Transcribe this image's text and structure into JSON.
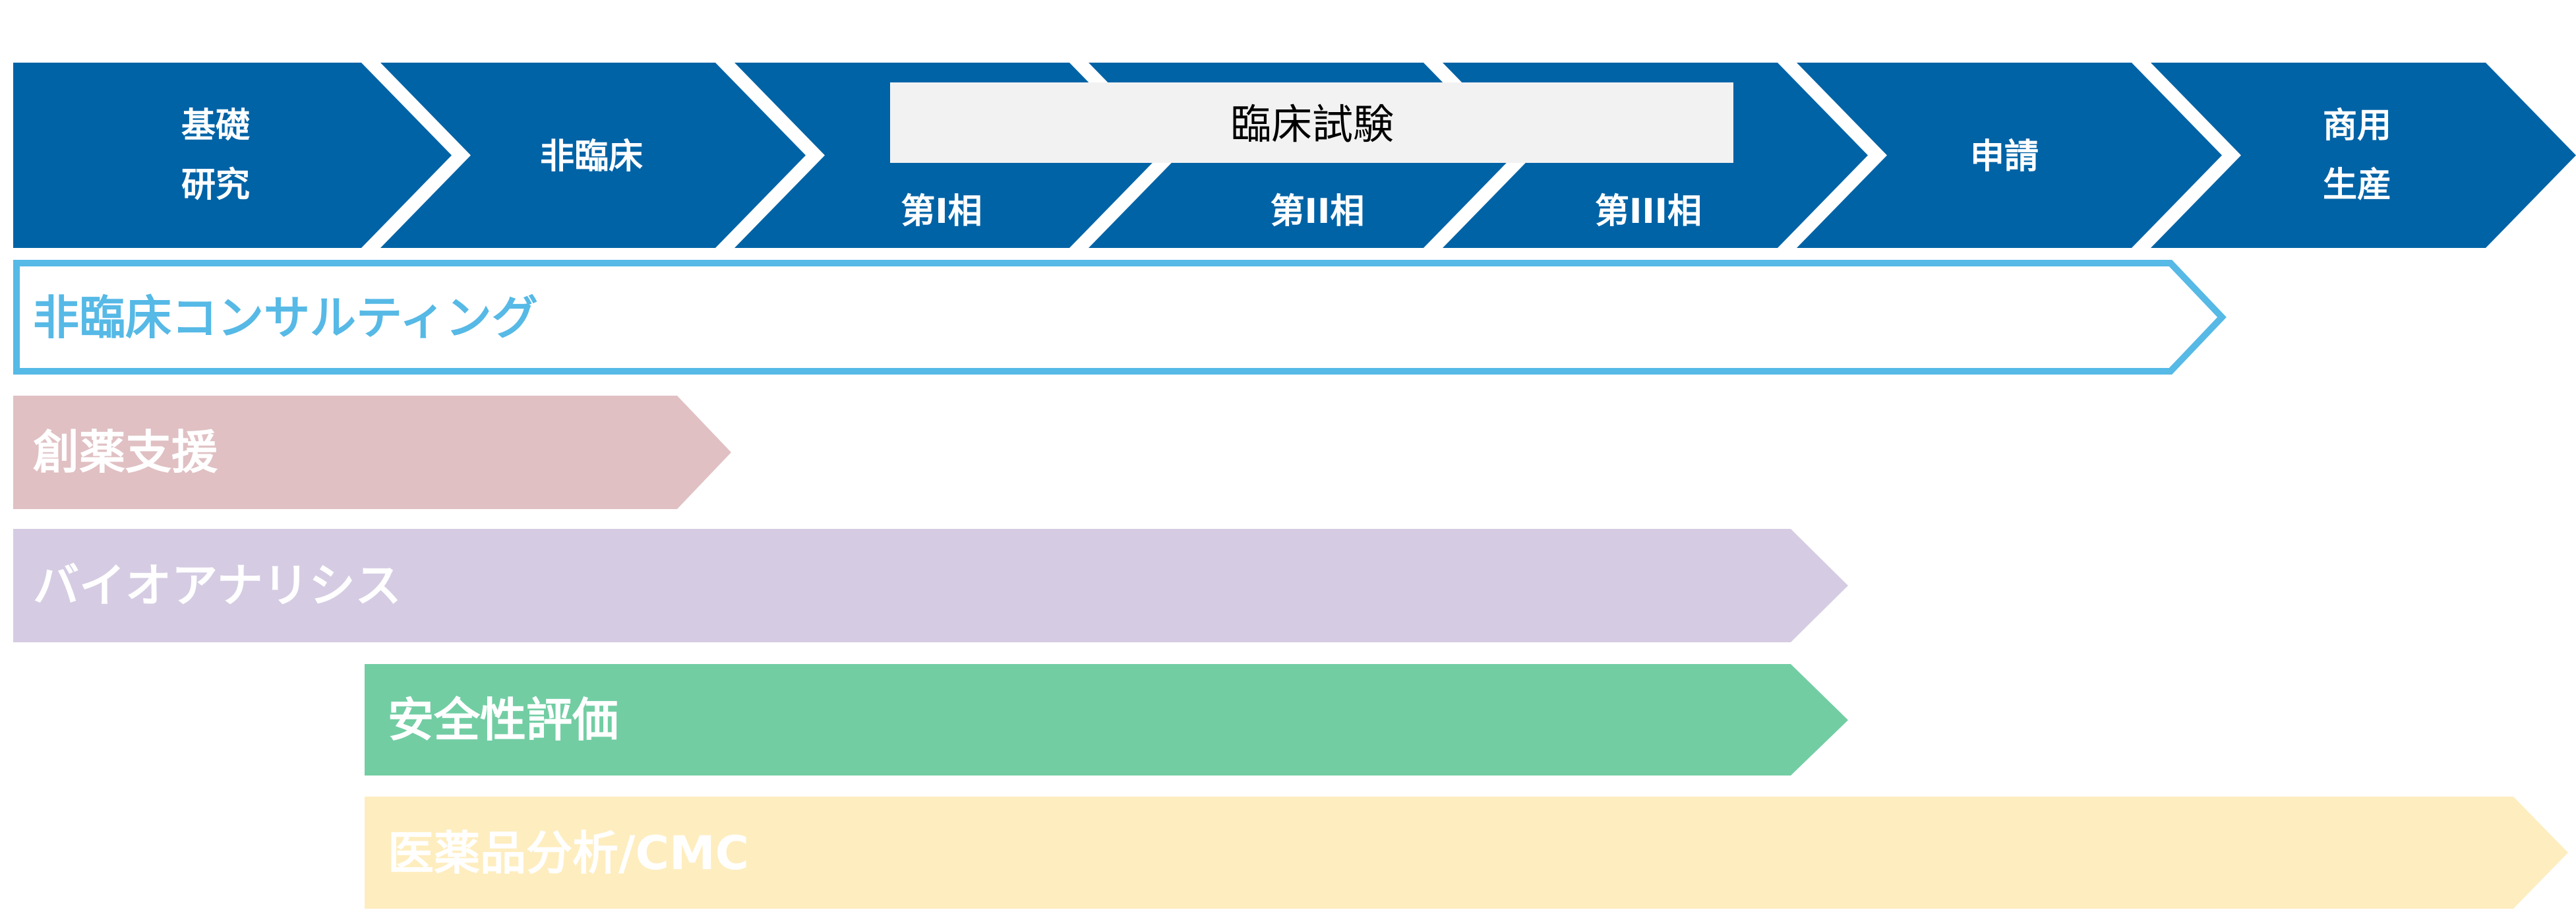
{
  "stages": [
    {
      "lines": [
        "基礎",
        "研究"
      ]
    },
    {
      "lines": [
        "非臨床"
      ]
    },
    {
      "lines": [
        "第I相"
      ]
    },
    {
      "lines": [
        "第II相"
      ]
    },
    {
      "lines": [
        "第III相"
      ]
    },
    {
      "lines": [
        "申請"
      ]
    },
    {
      "lines": [
        "商用",
        "生産"
      ]
    }
  ],
  "clinical_trial_label": "臨床試験",
  "services": [
    {
      "label": "非臨床コンサルティング",
      "color": "#56b9e6",
      "style": "outline"
    },
    {
      "label": "創薬支援",
      "color": "#e0c0c3",
      "style": "fill"
    },
    {
      "label": "バイオアナリシス",
      "color": "#d5cce3",
      "style": "fill"
    },
    {
      "label": "安全性評価",
      "color": "#72cda3",
      "style": "fill"
    },
    {
      "label": "医薬品分析/CMC",
      "color": "#feedbf",
      "style": "fill"
    }
  ],
  "colors": {
    "stage": "#0063a6",
    "clinical_box": "#f2f2f2"
  }
}
